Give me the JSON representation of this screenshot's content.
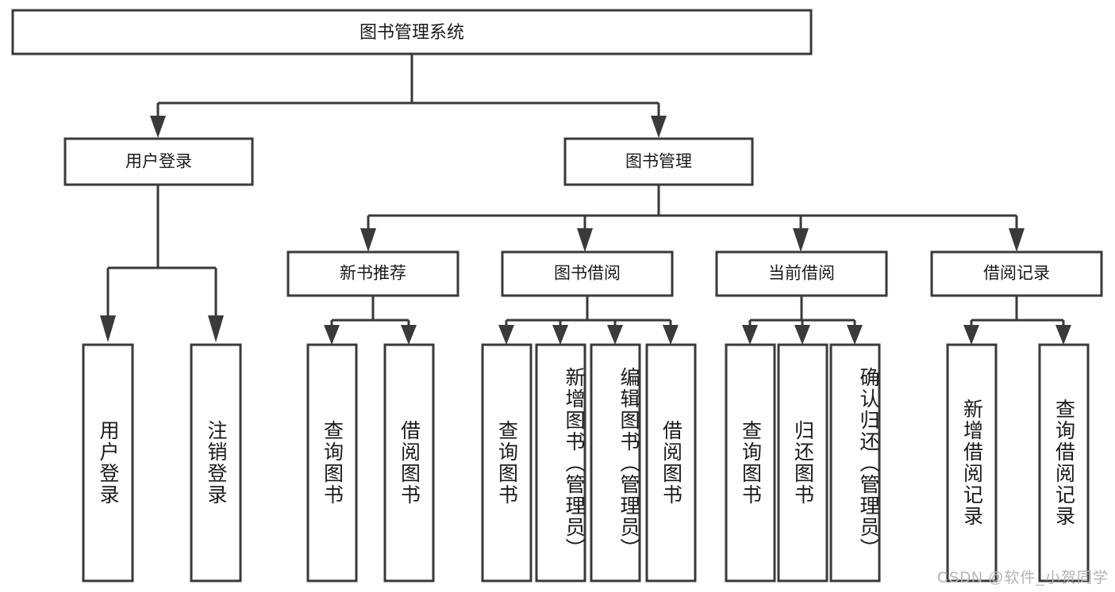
{
  "diagram": {
    "title_node": {
      "label": "图书管理系统"
    },
    "level1": [
      {
        "id": "user-login",
        "label": "用户登录"
      },
      {
        "id": "book-manage",
        "label": "图书管理"
      }
    ],
    "level2": [
      {
        "id": "new-book-recommend",
        "label": "新书推荐"
      },
      {
        "id": "book-borrow",
        "label": "图书借阅"
      },
      {
        "id": "current-borrow",
        "label": "当前借阅"
      },
      {
        "id": "borrow-record",
        "label": "借阅记录"
      }
    ],
    "leaves": [
      {
        "id": "leaf-user-login",
        "parent": "user-login",
        "label": "用户登录"
      },
      {
        "id": "leaf-logout",
        "parent": "user-login",
        "label": "注销登录"
      },
      {
        "id": "leaf-query-book-1",
        "parent": "new-book-recommend",
        "label": "查询图书"
      },
      {
        "id": "leaf-borrow-book-1",
        "parent": "new-book-recommend",
        "label": "借阅图书"
      },
      {
        "id": "leaf-query-book-2",
        "parent": "book-borrow",
        "label": "查询图书"
      },
      {
        "id": "leaf-add-book",
        "parent": "book-borrow",
        "label": "新增图书（管理员）"
      },
      {
        "id": "leaf-edit-book",
        "parent": "book-borrow",
        "label": "编辑图书（管理员）"
      },
      {
        "id": "leaf-borrow-book-2",
        "parent": "book-borrow",
        "label": "借阅图书"
      },
      {
        "id": "leaf-query-book-3",
        "parent": "current-borrow",
        "label": "查询图书"
      },
      {
        "id": "leaf-return-book",
        "parent": "current-borrow",
        "label": "归还图书"
      },
      {
        "id": "leaf-confirm-return",
        "parent": "current-borrow",
        "label": "确认归还（管理员）"
      },
      {
        "id": "leaf-add-record",
        "parent": "borrow-record",
        "label": "新增借阅记录"
      },
      {
        "id": "leaf-query-record",
        "parent": "borrow-record",
        "label": "查询借阅记录"
      }
    ],
    "watermark": "CSDN @软件_小贺同学",
    "colors": {
      "stroke": "#3a3a3a",
      "fill": "#ffffff",
      "text": "#1a1a1a",
      "watermark": "#b4b4b4"
    }
  }
}
